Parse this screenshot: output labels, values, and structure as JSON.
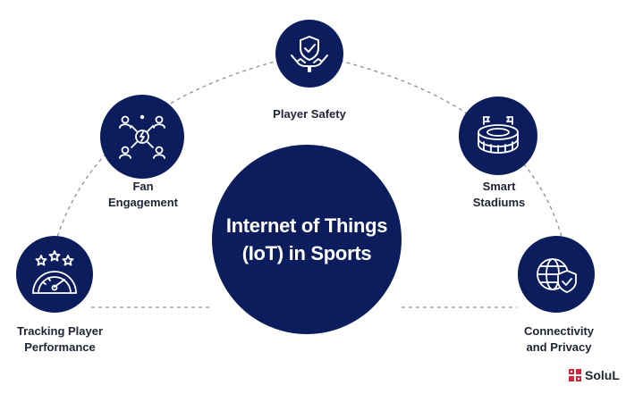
{
  "center": {
    "line1": "Internet of Things",
    "line2": "(IoT) in Sports"
  },
  "nodes": [
    {
      "label": "Player Safety",
      "icon": "shield-hands-icon"
    },
    {
      "label_line1": "Fan",
      "label_line2": "Engagement",
      "icon": "network-people-icon"
    },
    {
      "label_line1": "Smart",
      "label_line2": "Stadiums",
      "icon": "stadium-icon"
    },
    {
      "label_line1": "Tracking Player",
      "label_line2": "Performance",
      "icon": "stars-gauge-icon"
    },
    {
      "label_line1": "Connectivity",
      "label_line2": "and Privacy",
      "icon": "globe-shield-icon"
    }
  ],
  "brand": {
    "name": "SoluL",
    "icon": "brand-logo-icon"
  },
  "colors": {
    "navy": "#0c1d5e",
    "text": "#1e2433",
    "line": "#8a8f9c",
    "brand_red": "#d3263a"
  }
}
